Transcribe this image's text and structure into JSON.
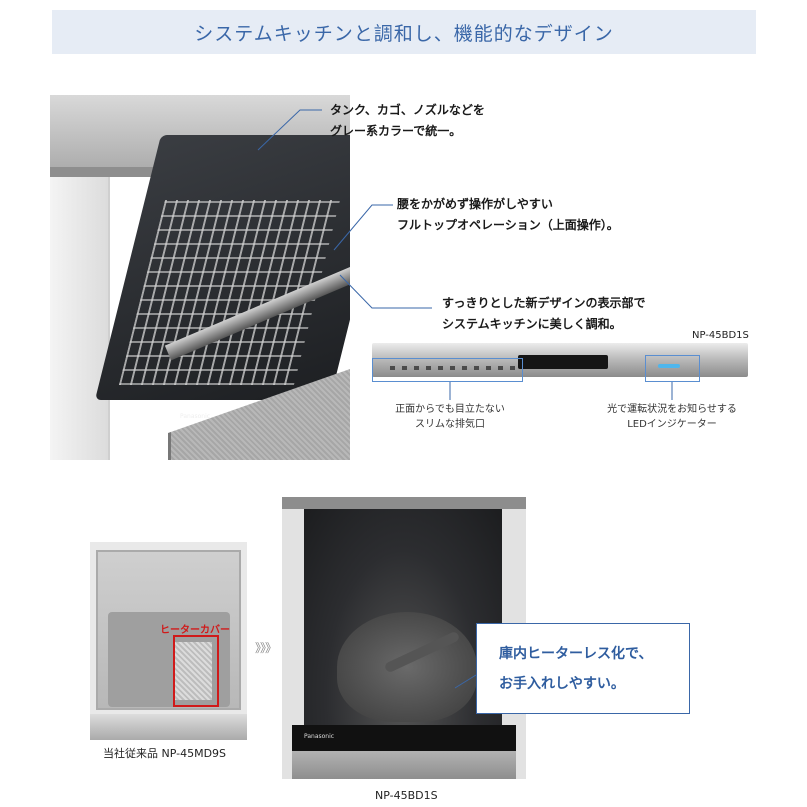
{
  "header": {
    "title": "システムキッチンと調和し、機能的なデザイン"
  },
  "callouts": {
    "tank": [
      "タンク、カゴ、ノズルなどを",
      "グレー系カラーで統一。"
    ],
    "flat_top": [
      "腰をかがめず操作がしやすい",
      "フルトップオペレーション（上面操作）。"
    ],
    "display": [
      "すっきりとした新デザインの表示部で",
      "システムキッチンに美しく調和。"
    ]
  },
  "panel": {
    "model": "NP-45BD1S",
    "vent_caption": [
      "正面からでも目立たない",
      "スリムな排気口"
    ],
    "led_caption": [
      "光で運転状況をお知らせする",
      "LEDインジケーター"
    ]
  },
  "comparison": {
    "old_label": "ヒーターカバー",
    "old_caption": "当社従来品 NP-45MD9S",
    "arrows": "》》》",
    "new_caption": "NP-45BD1S",
    "bubble": [
      "庫内ヒーターレス化で、",
      "お手入れしやすい。"
    ]
  },
  "brand": "Panasonic",
  "colors": {
    "accent": "#3a67a8",
    "title_band": "#e6ecf5",
    "highlight_red": "#d01a1a",
    "led_blue": "#4fb6ec"
  }
}
